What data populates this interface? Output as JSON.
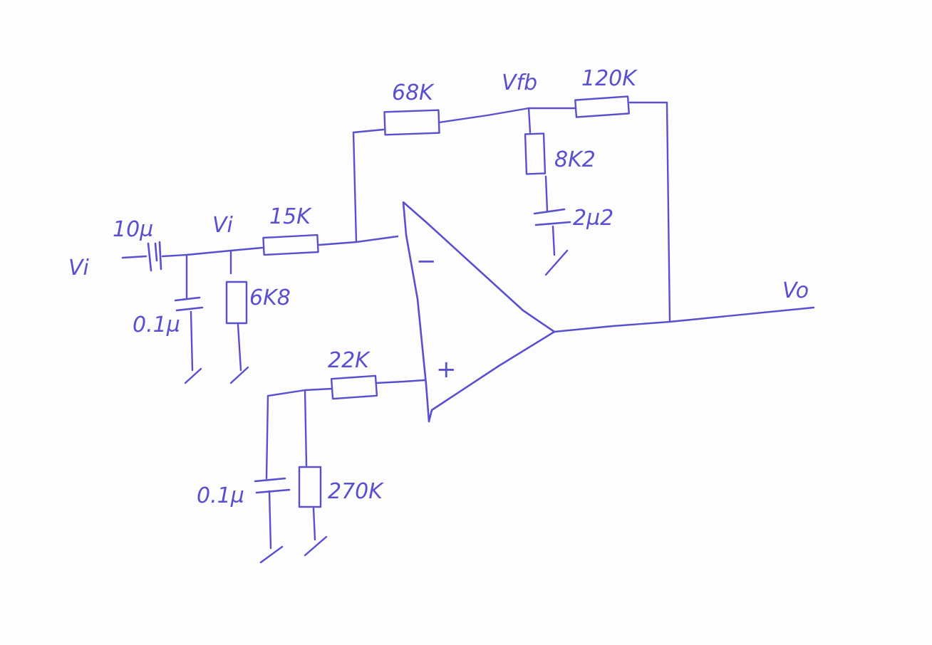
{
  "colors": {
    "ink": "#5a4fcf",
    "paper": "#fdfdfd"
  },
  "labels": {
    "vi_input": "Vi",
    "vi_node": "Vi",
    "vfb_node": "Vfb",
    "vo_output": "Vo",
    "opamp_minus": "−",
    "opamp_plus": "+"
  },
  "components": {
    "c_input": "10µ",
    "c_shunt_input": "0.1µ",
    "r_shunt_input": "6K8",
    "r_input": "15K",
    "r_feedback": "68K",
    "r_output_fb": "120K",
    "r_fb_shunt": "8K2",
    "c_fb_shunt": "2µ2",
    "r_plus": "22K",
    "c_plus_shunt": "0.1µ",
    "r_plus_shunt": "270K"
  }
}
